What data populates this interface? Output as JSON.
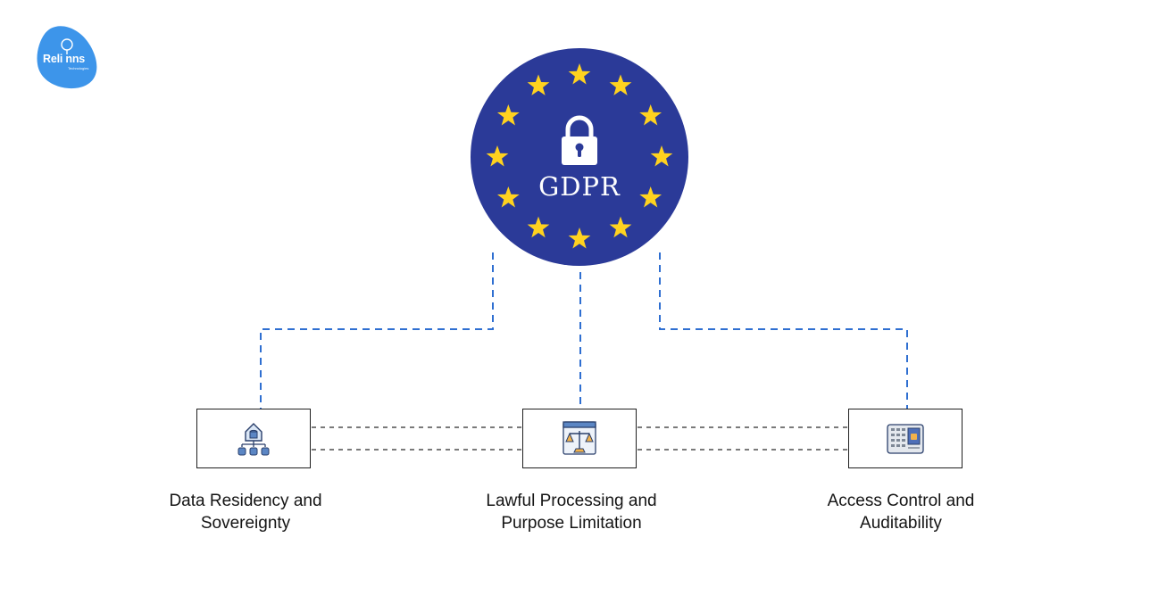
{
  "logo": {
    "text": "Reli nns",
    "subtext": "Technologies"
  },
  "emblem": {
    "title": "GDPR",
    "icon": "padlock-icon",
    "star_count": 12
  },
  "colors": {
    "emblem_blue": "#2b3a98",
    "star_yellow": "#ffd21f",
    "connector_blue": "#2f6fd1",
    "connector_dark": "#2a2a2a",
    "logo_blue": "#3d95ea"
  },
  "nodes": [
    {
      "id": "data-residency",
      "icon": "database-hierarchy-icon",
      "caption_line1": "Data Residency and",
      "caption_line2": "Sovereignty"
    },
    {
      "id": "lawful-processing",
      "icon": "scales-of-justice-icon",
      "caption_line1": "Lawful Processing and",
      "caption_line2": "Purpose Limitation"
    },
    {
      "id": "access-control",
      "icon": "access-keypad-icon",
      "caption_line1": "Access Control and",
      "caption_line2": "Auditability"
    }
  ]
}
